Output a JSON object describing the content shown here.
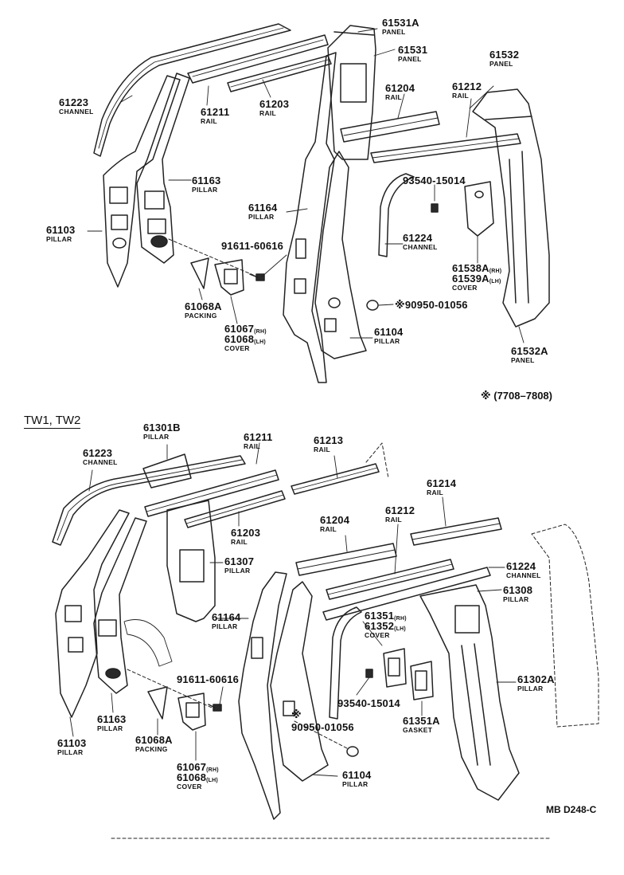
{
  "note_period": "※ (7708–7808)",
  "section_label": "TW1, TW2",
  "diagram_code": "MB D248-C",
  "top_labels": [
    {
      "id": "t61531a",
      "number": "61531A",
      "name": "PANEL"
    },
    {
      "id": "t61531",
      "number": "61531",
      "name": "PANEL"
    },
    {
      "id": "t61532",
      "number": "61532",
      "name": "PANEL"
    },
    {
      "id": "t61223",
      "number": "61223",
      "name": "CHANNEL"
    },
    {
      "id": "t61211",
      "number": "61211",
      "name": "RAIL"
    },
    {
      "id": "t61203",
      "number": "61203",
      "name": "RAIL"
    },
    {
      "id": "t61204",
      "number": "61204",
      "name": "RAIL"
    },
    {
      "id": "t61212",
      "number": "61212",
      "name": "RAIL"
    },
    {
      "id": "t61163",
      "number": "61163",
      "name": "PILLAR"
    },
    {
      "id": "t61164",
      "number": "61164",
      "name": "PILLAR"
    },
    {
      "id": "t93540",
      "number": "93540-15014",
      "name": ""
    },
    {
      "id": "t61103",
      "number": "61103",
      "name": "PILLAR"
    },
    {
      "id": "t91611",
      "number": "91611-60616",
      "name": ""
    },
    {
      "id": "t61224",
      "number": "61224",
      "name": "CHANNEL"
    },
    {
      "id": "t61538",
      "number": "61538A",
      "suffix": "(RH)",
      "number2": "61539A",
      "suffix2": "(LH)",
      "name": "COVER"
    },
    {
      "id": "t61068a",
      "number": "61068A",
      "name": "PACKING"
    },
    {
      "id": "t90950",
      "number": "90950-01056",
      "mark": "※",
      "name": ""
    },
    {
      "id": "t61067",
      "number": "61067",
      "suffix": "(RH)",
      "number2": "61068",
      "suffix2": "(LH)",
      "name": "COVER"
    },
    {
      "id": "t61104",
      "number": "61104",
      "name": "PILLAR"
    },
    {
      "id": "t61532a",
      "number": "61532A",
      "name": "PANEL"
    }
  ],
  "bottom_labels": [
    {
      "id": "b61301b",
      "number": "61301B",
      "name": "PILLAR"
    },
    {
      "id": "b61211",
      "number": "61211",
      "name": "RAIL"
    },
    {
      "id": "b61213",
      "number": "61213",
      "name": "RAIL"
    },
    {
      "id": "b61223",
      "number": "61223",
      "name": "CHANNEL"
    },
    {
      "id": "b61214",
      "number": "61214",
      "name": "RAIL"
    },
    {
      "id": "b61203",
      "number": "61203",
      "name": "RAIL"
    },
    {
      "id": "b61204",
      "number": "61204",
      "name": "RAIL"
    },
    {
      "id": "b61212",
      "number": "61212",
      "name": "RAIL"
    },
    {
      "id": "b61307",
      "number": "61307",
      "name": "PILLAR"
    },
    {
      "id": "b61224",
      "number": "61224",
      "name": "CHANNEL"
    },
    {
      "id": "b61308",
      "number": "61308",
      "name": "PILLAR"
    },
    {
      "id": "b61164",
      "number": "61164",
      "name": "PILLAR"
    },
    {
      "id": "b61351",
      "number": "61351",
      "suffix": "(RH)",
      "number2": "61352",
      "suffix2": "(LH)",
      "name": "COVER"
    },
    {
      "id": "b91611",
      "number": "91611-60616",
      "name": ""
    },
    {
      "id": "b61302a",
      "number": "61302A",
      "name": "PILLAR"
    },
    {
      "id": "b93540",
      "number": "93540-15014",
      "name": ""
    },
    {
      "id": "b61163",
      "number": "61163",
      "name": "PILLAR"
    },
    {
      "id": "b61068a",
      "number": "61068A",
      "name": "PACKING"
    },
    {
      "id": "b61351a",
      "number": "61351A",
      "name": "GASKET"
    },
    {
      "id": "b61103",
      "number": "61103",
      "name": "PILLAR"
    },
    {
      "id": "b90950",
      "number": "90950-01056",
      "mark": "※",
      "name": ""
    },
    {
      "id": "b61067",
      "number": "61067",
      "suffix": "(RH)",
      "number2": "61068",
      "suffix2": "(LH)",
      "name": "COVER"
    },
    {
      "id": "b61104",
      "number": "61104",
      "name": "PILLAR"
    }
  ]
}
